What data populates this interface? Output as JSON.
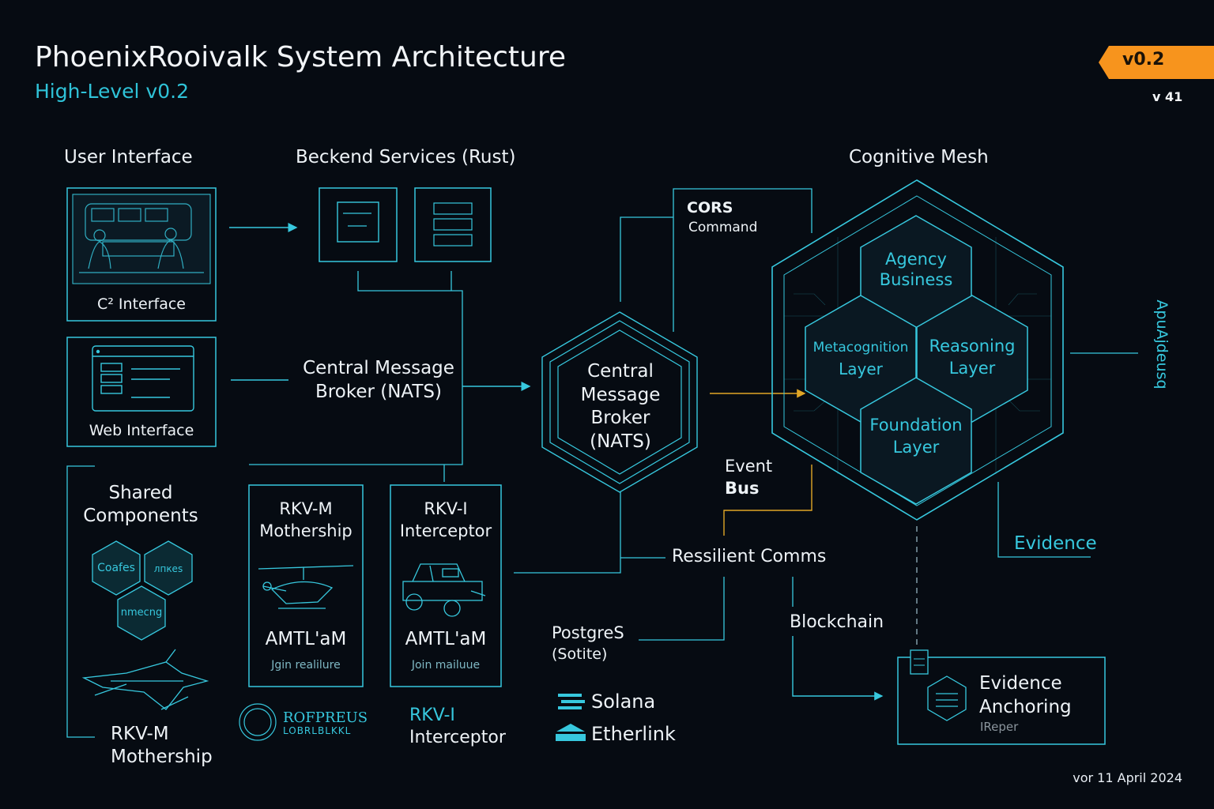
{
  "header": {
    "title": "PhoenixRooivalk System Architecture",
    "subtitle": "High-Level v0.2",
    "badge": "v0.2",
    "version_note": "v 41"
  },
  "columns": {
    "user_interface": "User Interface",
    "backend": "Beckend Services (Rust)",
    "cognitive_mesh": "Cognitive Mesh"
  },
  "ui": {
    "c2_label": "C² Interface",
    "web_label": "Web Interface"
  },
  "shared": {
    "title_line1": "Shared",
    "title_line2": "Components",
    "hex1": "Coafes",
    "hex2": "лпкеs",
    "hex3": "nmecng",
    "mothership_line1": "RKV-M",
    "mothership_line2": "Mothership",
    "logo_text": "ROFPREUS",
    "logo_sub": "LOBRLBLKKL"
  },
  "broker_label": {
    "line1": "Central Message",
    "line2": "Broker (NATS)"
  },
  "cors": {
    "title": "CORS",
    "sub": "Command"
  },
  "broker_hex": {
    "line1": "Central",
    "line2": "Message",
    "line3": "Broker",
    "line4": "(NATS)"
  },
  "mesh": {
    "agency_line1": "Agency",
    "agency_line2": "Business",
    "meta_line1": "Metacognition",
    "meta_line2": "Layer",
    "reason_line1": "Reasoning",
    "reason_line2": "Layer",
    "found_line1": "Foundation",
    "found_line2": "Layer",
    "side_label": "ApuAjdeusq"
  },
  "event_bus": {
    "line1": "Event",
    "line2": "Bus"
  },
  "rkv_m_card": {
    "line1": "RKV-M",
    "line2": "Mothership",
    "tag": "AMTL'aM",
    "sub": "Jgin realilure"
  },
  "rkv_i_card": {
    "line1": "RKV-I",
    "line2": "Interceptor",
    "tag": "AMTL'aM",
    "sub": "Join mailuue"
  },
  "rkv_i_label": {
    "line1": "RKV-I",
    "line2": "Interceptor"
  },
  "resilient_comms": "Ressilient Comms",
  "postgres": {
    "line1": "PostgreS",
    "line2": "(Sotite)"
  },
  "chains": {
    "solana": "Solana",
    "etherlink": "Etherlink"
  },
  "blockchain": "Blockchain",
  "evidence": "Evidence",
  "evidence_anchoring": {
    "line1": "Evidence",
    "line2": "Anchoring",
    "sub": "IReper"
  },
  "footer": "vor 11 April 2024",
  "colors": {
    "background": "#060b12",
    "cyan": "#37c8de",
    "accent_orange": "#f7941d",
    "arrow_yellow": "#e0a626"
  }
}
